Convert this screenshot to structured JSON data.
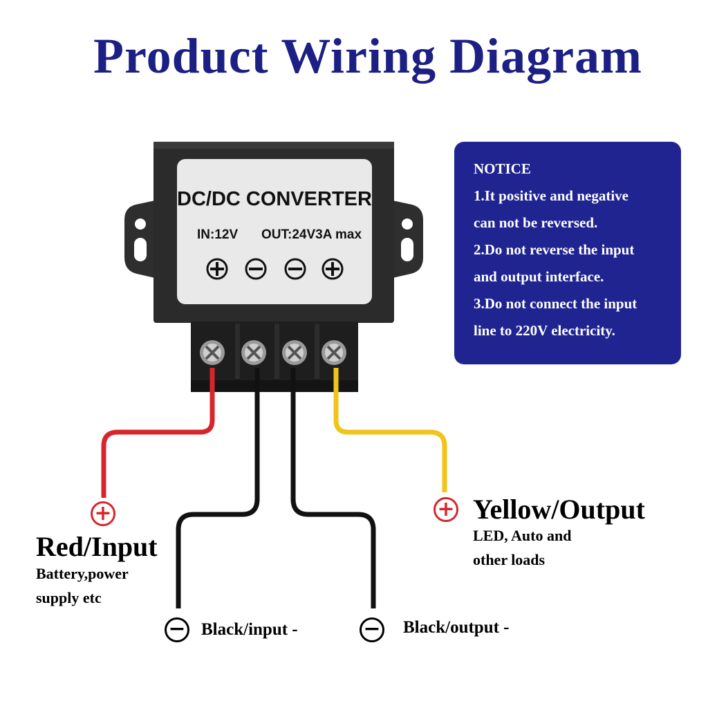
{
  "title": "Product Wiring Diagram",
  "device": {
    "label_title": "DC/DC CONVERTER",
    "input_spec": "IN:12V",
    "output_spec": "OUT:24V3A max",
    "terminal_polarity": [
      "+",
      "−",
      "−",
      "+"
    ]
  },
  "notice": {
    "heading": "NOTICE",
    "lines": [
      "1.It positive and negative",
      "can not be reversed.",
      "2.Do not reverse the input",
      "and output interface.",
      "3.Do not connect the input",
      "line to 220V electricity."
    ]
  },
  "wires": {
    "red_input": {
      "title": "Red/Input",
      "description_lines": [
        "Battery,power",
        "supply etc"
      ],
      "sign": "+",
      "color": "#d7262b"
    },
    "black_input": {
      "title": "Black/input -",
      "sign": "−",
      "color": "#111111"
    },
    "black_output": {
      "title": "Black/output -",
      "sign": "−",
      "color": "#111111"
    },
    "yellow_output": {
      "title": "Yellow/Output",
      "description_lines": [
        "LED, Auto and",
        "other loads"
      ],
      "sign": "+",
      "color": "#f0c419"
    }
  },
  "colors": {
    "title": "#1c1f84",
    "notice_background": "#1f2491",
    "device_body": "#2b2b2b",
    "device_label": "#e9e9e9"
  }
}
